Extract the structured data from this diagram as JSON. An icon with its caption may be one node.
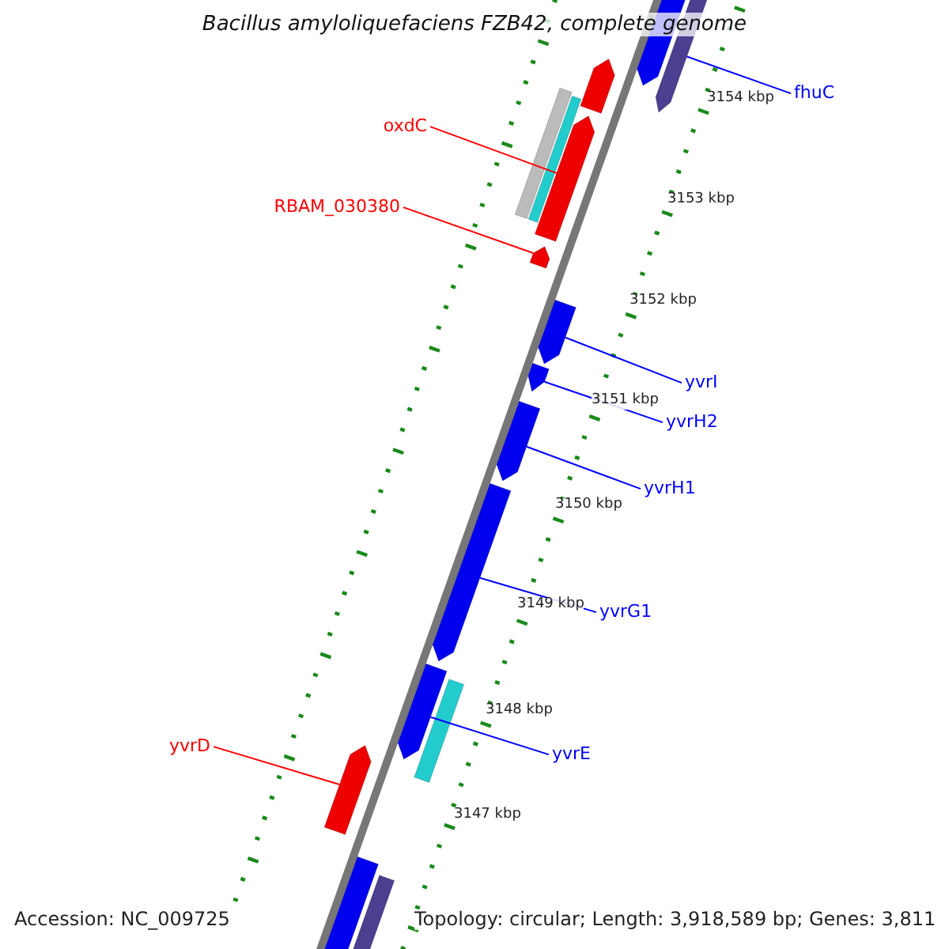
{
  "diagram": {
    "title": "Bacillus amyloliquefaciens FZB42, complete genome",
    "nodes": [
      {
        "text": [
          "fhuC"
        ]
      },
      {
        "text": [
          "oxdC"
        ]
      },
      {
        "text": [
          "RBAM_030380"
        ]
      },
      {
        "text": [
          "yvrI"
        ]
      },
      {
        "text": [
          "yvrH2"
        ]
      },
      {
        "text": [
          "yvrH1"
        ]
      },
      {
        "text": [
          "yvrG1"
        ]
      },
      {
        "text": [
          "yvrD"
        ]
      },
      {
        "text": [
          "yvrE"
        ]
      },
      {
        "text": [],
        "shape": "bar"
      },
      {
        "text": [],
        "shape": "bar"
      },
      {
        "text": [],
        "shape": "bar"
      },
      {
        "text": [],
        "shape": "bar"
      },
      {
        "text": [],
        "shape": "bar"
      },
      {
        "text": [],
        "shape": "bar"
      },
      {
        "text": [],
        "shape": "bar"
      },
      {
        "text": [],
        "shape": "bar"
      },
      {
        "text": [],
        "shape": "bar"
      },
      {
        "text": [],
        "shape": "bar"
      },
      {
        "text": [],
        "shape": "bar"
      },
      {
        "text": [],
        "shape": "bar"
      },
      {
        "text": [],
        "shape": "bar"
      },
      {
        "text": [],
        "shape": "bar"
      },
      {
        "text": [],
        "shape": "bar"
      },
      {
        "text": [],
        "shape": "bar"
      }
    ],
    "edges": [
      {
        "from": 0,
        "to": 10,
        "arrow": "none"
      },
      {
        "from": 1,
        "to": 14,
        "arrow": "none",
        "color": "#ff0000"
      },
      {
        "from": 2,
        "to": 15,
        "arrow": "none",
        "color": "#ff0000"
      },
      {
        "from": 3,
        "to": 16,
        "arrow": "none"
      },
      {
        "from": 4,
        "to": 17,
        "arrow": "none"
      },
      {
        "from": 5,
        "to": 18,
        "arrow": "none"
      },
      {
        "from": 6,
        "to": 19,
        "arrow": "none"
      },
      {
        "from": 7,
        "to": 22,
        "arrow": "none",
        "color": "#ff0000"
      },
      {
        "from": 8,
        "to": 20,
        "arrow": "none"
      }
    ],
    "labels": [
      "3154 kbp",
      "3153 kbp",
      "3152 kbp",
      "3151 kbp",
      "3150 kbp",
      "3149 kbp",
      "3148 kbp",
      "3147 kbp",
      "Accession: NC_009725",
      "Topology: circular; Length: 3,918,589 bp; Genes: 3,811"
    ]
  }
}
